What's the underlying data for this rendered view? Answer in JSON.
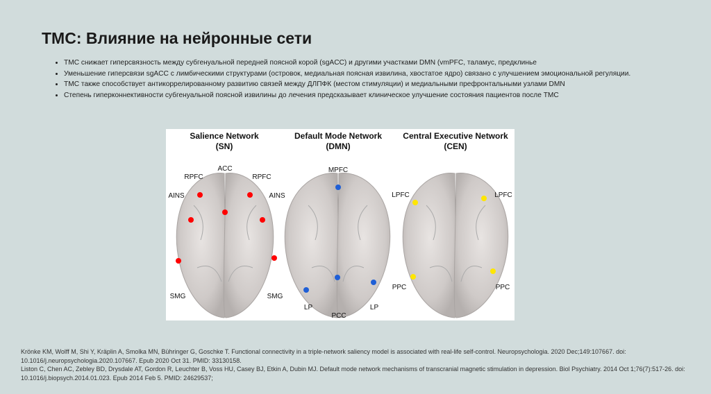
{
  "slide": {
    "title": "ТМС: Влияние на нейронные сети",
    "bullets": [
      "ТМС снижает гиперсвязность между субгенуальной передней поясной корой (sgACC) и другими участками DMN (vmPFC, таламус, предклинье",
      "Уменьшение гиперсвязи sgACC с лимбическими структурами (островок, медиальная поясная извилина, хвостатое ядро) связано с улучшением эмоциональной регуляции.",
      "ТМС также способствует антикоррелированному развитию связей между ДЛПФК (местом стимуляции) и медиальными префронтальными узлами DMN",
      "Степень гиперконнективности субгенуальной поясной извилины до лечения предсказывает клиническое улучшение состояния пациентов после ТМС"
    ],
    "references": [
      "Krönke KM, Wolff M, Shi Y, Kräplin A, Smolka MN, Bühringer G, Goschke T. Functional connectivity in a triple-network saliency model is associated with real-life self-control. Neuropsychologia. 2020 Dec;149:107667. doi: 10.1016/j.neuropsychologia.2020.107667. Epub 2020 Oct 31. PMID: 33130158.",
      "Liston C, Chen AC, Zebley BD, Drysdale AT, Gordon R, Leuchter B, Voss HU, Casey BJ, Etkin A, Dubin MJ. Default mode network mechanisms of transcranial magnetic stimulation in depression. Biol Psychiatry. 2014 Oct 1;76(7):517-26. doi: 10.1016/j.biopsych.2014.01.023. Epub 2014 Feb 5. PMID: 24629537;"
    ]
  },
  "figure": {
    "networks": [
      {
        "title": "Salience Network",
        "abbr": "(SN)",
        "color": "#ff0000",
        "labels": [
          "RPFC",
          "ACC",
          "RPFC",
          "AINS",
          "AINS",
          "SMG",
          "SMG"
        ]
      },
      {
        "title": "Default Mode Network",
        "abbr": "(DMN)",
        "color": "#1f5fd6",
        "labels": [
          "MPFC",
          "LP",
          "PCC",
          "LP"
        ]
      },
      {
        "title": "Central Executive Network",
        "abbr": "(CEN)",
        "color": "#ffe600",
        "labels": [
          "LPFC",
          "LPFC",
          "PPC",
          "PPC"
        ]
      }
    ]
  }
}
